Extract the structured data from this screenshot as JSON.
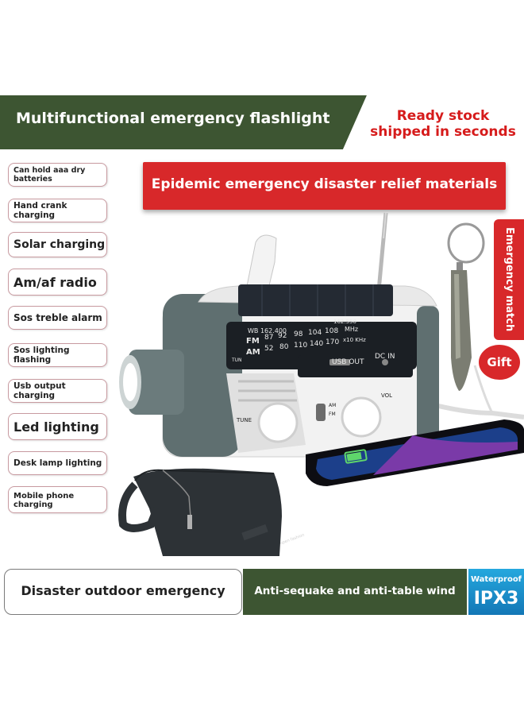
{
  "header": {
    "title": "Multifunctional emergency flashlight",
    "stock_line1": "Ready stock",
    "stock_line2": "shipped in seconds",
    "band_color": "#3d5532"
  },
  "banner": {
    "text": "Epidemic emergency disaster relief materials",
    "color": "#d8282a"
  },
  "features": [
    "Can hold aaa dry batteries",
    "Hand crank charging",
    "Solar charging",
    "Am/af radio",
    "Sos treble alarm",
    "Sos lighting flashing",
    "Usb output charging",
    "Led lighting",
    "Desk lamp lighting",
    "Mobile phone charging"
  ],
  "side": {
    "emergency_match": "Emergency match",
    "gift": "Gift"
  },
  "radio": {
    "wb_label": "WB 162.400",
    "wb_right": "162.550",
    "mhz": "MHz",
    "fm_label": "FM",
    "fm_values": [
      "87",
      "92",
      "98",
      "104",
      "108"
    ],
    "am_label": "AM",
    "am_values": [
      "52",
      "80",
      "110",
      "140",
      "170"
    ],
    "khz": "x10 KHz",
    "tun": "TUN",
    "usb_out": "USB OUT",
    "dc_in": "DC IN",
    "tune": "TUNE",
    "vol": "VOL",
    "am_switch": "AM",
    "fm_switch": "FM"
  },
  "bag": {
    "logo": "open fashion"
  },
  "bottom": {
    "left_text": "Disaster outdoor emergency",
    "right_text": "Anti-sequake and anti-table wind",
    "waterproof": "Waterproof",
    "ipx": "IPX3"
  }
}
